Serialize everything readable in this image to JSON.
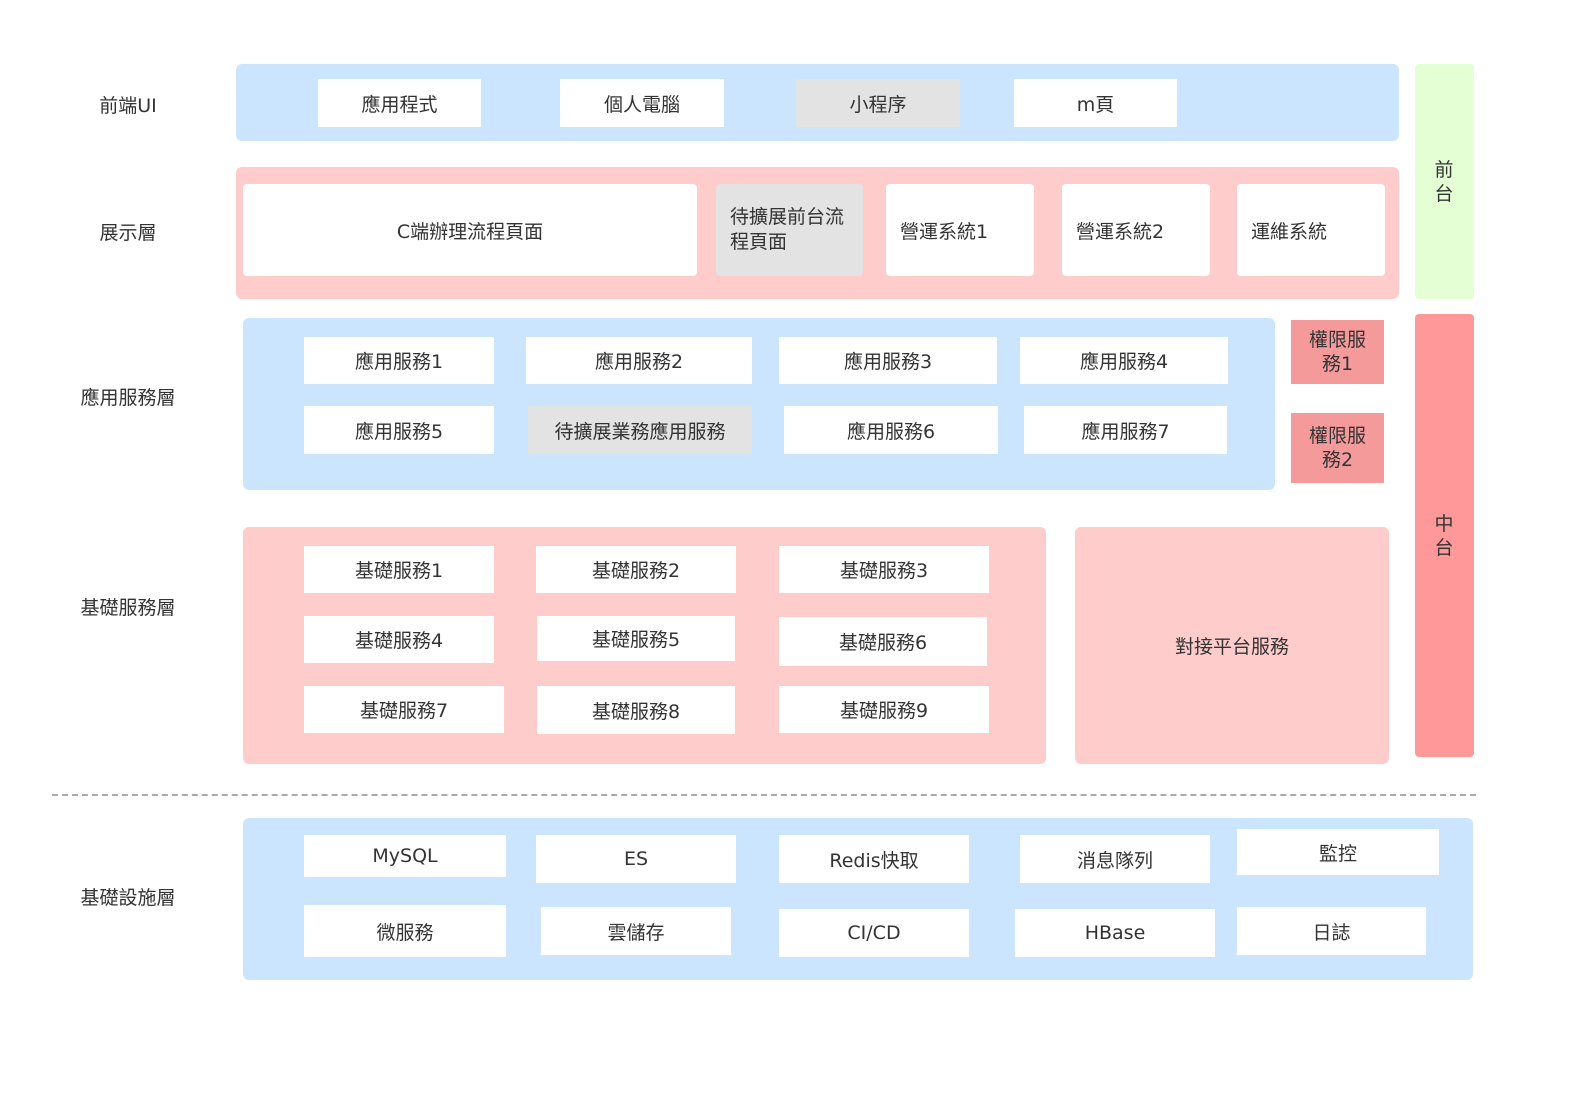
{
  "rows": {
    "frontend_ui": "前端UI",
    "presentation": "展示層",
    "app_service": "應用服務層",
    "base_service": "基礎服務層",
    "infra": "基礎設施層"
  },
  "frontend_ui": [
    "應用程式",
    "個人電腦",
    "小程序",
    "m頁"
  ],
  "presentation": {
    "c_page": "C端辦理流程頁面",
    "pending": "待擴展前台流程頁面",
    "ops1": "營運系統1",
    "ops2": "營運系統2",
    "maint": "運維系統"
  },
  "app_services": [
    "應用服務1",
    "應用服務2",
    "應用服務3",
    "應用服務4",
    "應用服務5",
    "待擴展業務應用服務",
    "應用服務6",
    "應用服務7"
  ],
  "permissions": [
    "權限服務1",
    "權限服務2"
  ],
  "base_services": [
    "基礎服務1",
    "基礎服務2",
    "基礎服務3",
    "基礎服務4",
    "基礎服務5",
    "基礎服務6",
    "基礎服務7",
    "基礎服務8",
    "基礎服務9"
  ],
  "platform_service": "對接平台服務",
  "side": {
    "front": "前台",
    "middle": "中台"
  },
  "infra": [
    "MySQL",
    "ES",
    "Redis快取",
    "消息隊列",
    "監控",
    "微服務",
    "雲儲存",
    "CI/CD",
    "HBase",
    "日誌"
  ],
  "colors": {
    "blue": "#cce5ff",
    "pink": "#ffcccc",
    "green": "#e5ffd5",
    "red": "#ff9999",
    "perm": "#f59a9a",
    "gray": "#e3e3e3"
  }
}
